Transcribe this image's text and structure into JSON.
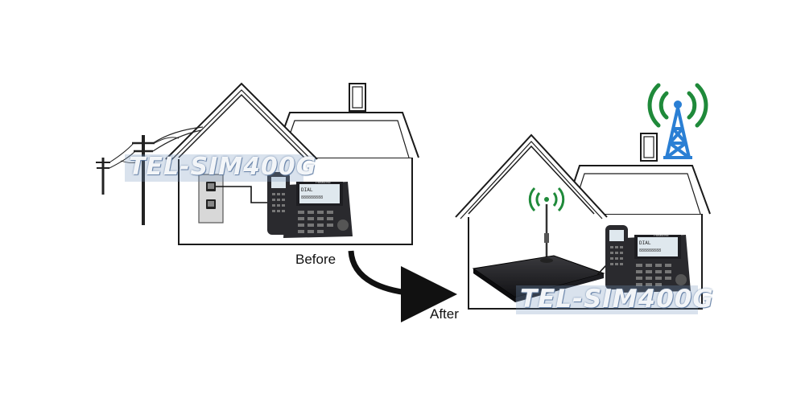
{
  "labels": {
    "before": "Before",
    "after": "After"
  },
  "watermark": {
    "text": "TEL-SIM400G"
  },
  "phone": {
    "brand": "Panasonic",
    "screen_text": "DIAL",
    "screen_digits": "888888888"
  },
  "colors": {
    "signal_green": "#1f8a3a",
    "tower_blue": "#2a7fd4",
    "outline": "#1a1a1a",
    "phone_body": "#2a2a2e",
    "watermark_box": "#7896be"
  },
  "icons": {
    "tower": "cell-tower-icon",
    "router_antenna": "antenna-signal-icon",
    "arrow": "curved-arrow-icon"
  }
}
